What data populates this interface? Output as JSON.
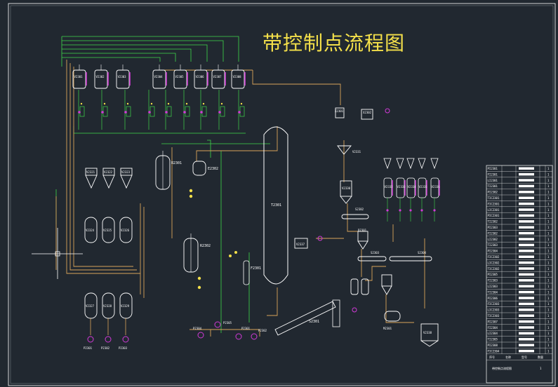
{
  "title": "带控制点流程图",
  "colors": {
    "background": "#212830",
    "frame": "#ffffff",
    "pipe_orange": "#d9a35a",
    "signal_green": "#3fd64a",
    "instrument_magenta": "#d23ad8",
    "title_yellow": "#f4e04a"
  },
  "equipment_labels": {
    "top_tanks": [
      "V2301",
      "V2302",
      "V2303",
      "V2304",
      "V2305",
      "V2306",
      "V2307",
      "V2308"
    ],
    "hoppers": [
      "V2321",
      "V2322",
      "V2323"
    ],
    "mid_tanks": [
      "V2324",
      "V2325",
      "V2326"
    ],
    "bottom_tanks": [
      "V2327",
      "V2328",
      "V2329"
    ],
    "pumps_bottom": [
      "P2301",
      "P2302",
      "P2303"
    ],
    "reactor_1": "R2301",
    "reactor_2": "R2302",
    "column": "T2301",
    "filter": "F2301",
    "aux_vessel_1": "E2302",
    "pump_a": "P2304",
    "pump_b": "P2305",
    "screw": "S2301",
    "separator_1": "X2301",
    "separator_2": "X2302",
    "dryer_feed": "V2330",
    "dryer": "D2301",
    "cyclone": "V2331",
    "conveyor_1": "S2302",
    "conveyor_2": "S2303",
    "conveyor_3": "S2304",
    "right_hoppers": [
      "V2332",
      "V2333",
      "V2334",
      "V2335",
      "V2336"
    ],
    "bottom_right_vessel": "V2337",
    "mill": "M2301",
    "final_silo": "V2338"
  },
  "title_block": {
    "rows": [
      "PI2301",
      "FI2301",
      "LI2301",
      "TI2301",
      "PI2302",
      "TIC2301",
      "FIC2301",
      "LIC2301",
      "PIC2301",
      "TI2302",
      "PI2303",
      "FI2302",
      "LI2302",
      "TI2303",
      "PI2304",
      "FIC2302",
      "LIC2302",
      "TIC2302",
      "PI2305",
      "FI2303",
      "LI2303",
      "TI2304",
      "PI2306",
      "FIC2303",
      "LIC2303",
      "TIC2303",
      "PI2307",
      "FI2304",
      "LI2304",
      "TI2305",
      "PI2308",
      "FIC2304"
    ],
    "footer": [
      "序号",
      "名称",
      "型号",
      "数量"
    ],
    "caption": "带控制点流程图",
    "sheet": "1"
  }
}
